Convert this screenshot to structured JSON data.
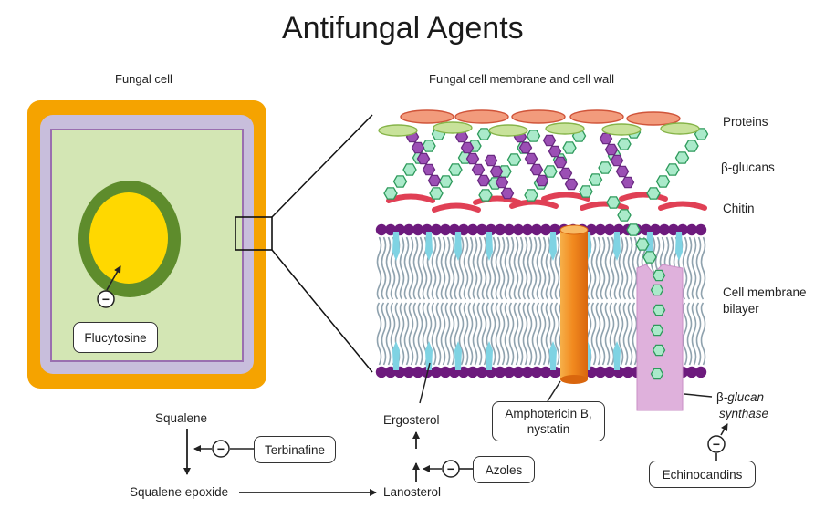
{
  "title": "Antifungal Agents",
  "panels": {
    "left_heading": "Fungal cell",
    "right_heading": "Fungal cell membrane and cell wall"
  },
  "layers": {
    "proteins": "Proteins",
    "glucans_symbol": "β",
    "glucans": "-glucans",
    "chitin": "Chitin",
    "membrane_line1": "Cell membrane",
    "membrane_line2": "bilayer",
    "synthase_symbol": "β",
    "synthase_line1": "-glucan",
    "synthase_line2": "synthase"
  },
  "drugs": {
    "flucytosine": "Flucytosine",
    "terbinafine": "Terbinafine",
    "azoles": "Azoles",
    "amphotericin_line1": "Amphotericin B,",
    "amphotericin_line2": "nystatin",
    "echinocandins": "Echinocandins"
  },
  "pathway": {
    "squalene": "Squalene",
    "squalene_epoxide": "Squalene epoxide",
    "lanosterol": "Lanosterol",
    "ergosterol": "Ergosterol"
  },
  "inhibit_symbol": "−",
  "colors": {
    "cell_wall": "#f5a300",
    "cell_membrane": "#c8bedc",
    "cytoplasm": "#d3e6b4",
    "nucleus_ring": "#5e8c2c",
    "nucleus": "#ffd800",
    "protein": "#f29b7c",
    "protein_green": "#c8e29a",
    "glucan": "#aaeaca",
    "chitin_purple": "#9b4fb4",
    "chitin": "#e04055",
    "lipid_head": "#6d1a7d",
    "ergosterol": "#7fd3e3",
    "amphotericin": "#f28a1f",
    "synthase": "#dfb1dc"
  }
}
